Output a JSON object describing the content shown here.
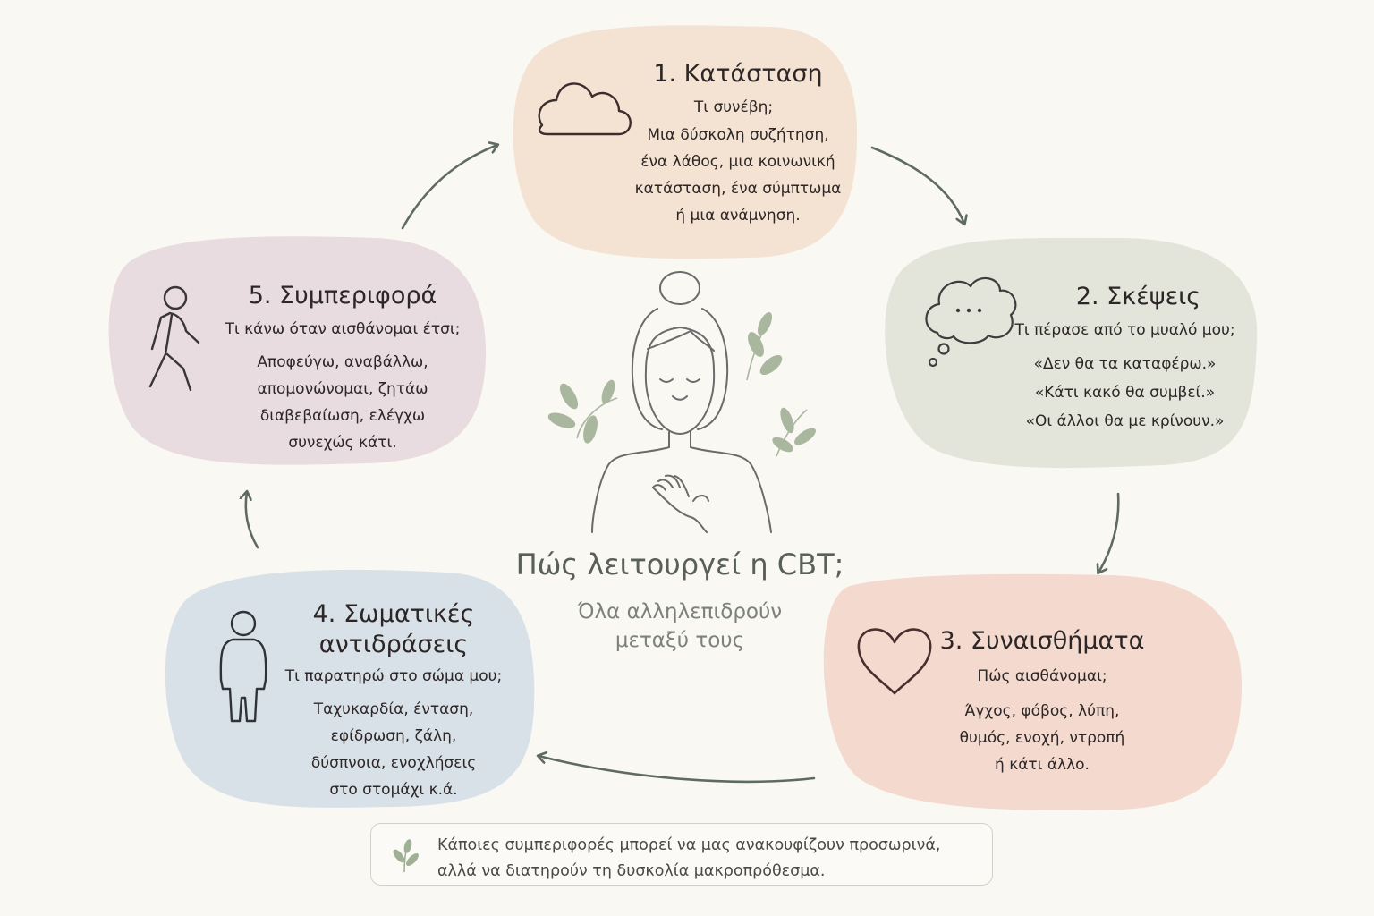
{
  "center": {
    "title": "Πώς λειτουργεί η CBT;",
    "subtitle_line1": "Όλα αλληλεπιδρούν",
    "subtitle_line2": "μεταξύ τους"
  },
  "steps": [
    {
      "title": "1. Κατάσταση",
      "question": "Τι συνέβη;",
      "body": [
        "Μια δύσκολη συζήτηση,",
        "ένα λάθος, μια κοινωνική",
        "κατάσταση, ένα σύμπτωμα",
        "ή μια ανάμνηση."
      ],
      "icon": "cloud-icon",
      "color": "#f4e3d3"
    },
    {
      "title": "2. Σκέψεις",
      "question": "Τι πέρασε από το μυαλό μου;",
      "body": [
        "«Δεν θα τα καταφέρω.»",
        "«Κάτι κακό θα συμβεί.»",
        "«Οι άλλοι θα με κρίνουν.»"
      ],
      "icon": "thought-bubble-icon",
      "color": "#e3e5da"
    },
    {
      "title": "3. Συναισθήματα",
      "question": "Πώς αισθάνομαι;",
      "body": [
        "Άγχος, φόβος, λύπη,",
        "θυμός, ενοχή, ντροπή",
        "ή κάτι άλλο."
      ],
      "icon": "heart-icon",
      "color": "#f3d9ce"
    },
    {
      "title_line1": "4. Σωματικές",
      "title_line2": "αντιδράσεις",
      "question": "Τι παρατηρώ στο σώμα μου;",
      "body": [
        "Ταχυκαρδία, ένταση,",
        "εφίδρωση, ζάλη,",
        "δύσπνοια, ενοχλήσεις",
        "στο στομάχι κ.ά."
      ],
      "icon": "body-icon",
      "color": "#d9e1e8"
    },
    {
      "title": "5. Συμπεριφορά",
      "question": "Τι κάνω όταν αισθάνομαι έτσι;",
      "body": [
        "Αποφεύγω, αναβάλλω,",
        "απομονώνομαι, ζητάω",
        "διαβεβαίωση, ελέγχω",
        "συνεχώς κάτι."
      ],
      "icon": "walking-person-icon",
      "color": "#e8dce0"
    }
  ],
  "note": {
    "line1": "Κάποιες συμπεριφορές μπορεί να μας ανακουφίζουν προσωρινά,",
    "line2": "αλλά να διατηρούν τη δυσκολία μακροπρόθεσμα.",
    "icon": "leaf-sprig-icon"
  },
  "colors": {
    "arrow": "#5f6b5f",
    "leaf": "#a9b79f",
    "line_art": "#6b6b6b"
  }
}
